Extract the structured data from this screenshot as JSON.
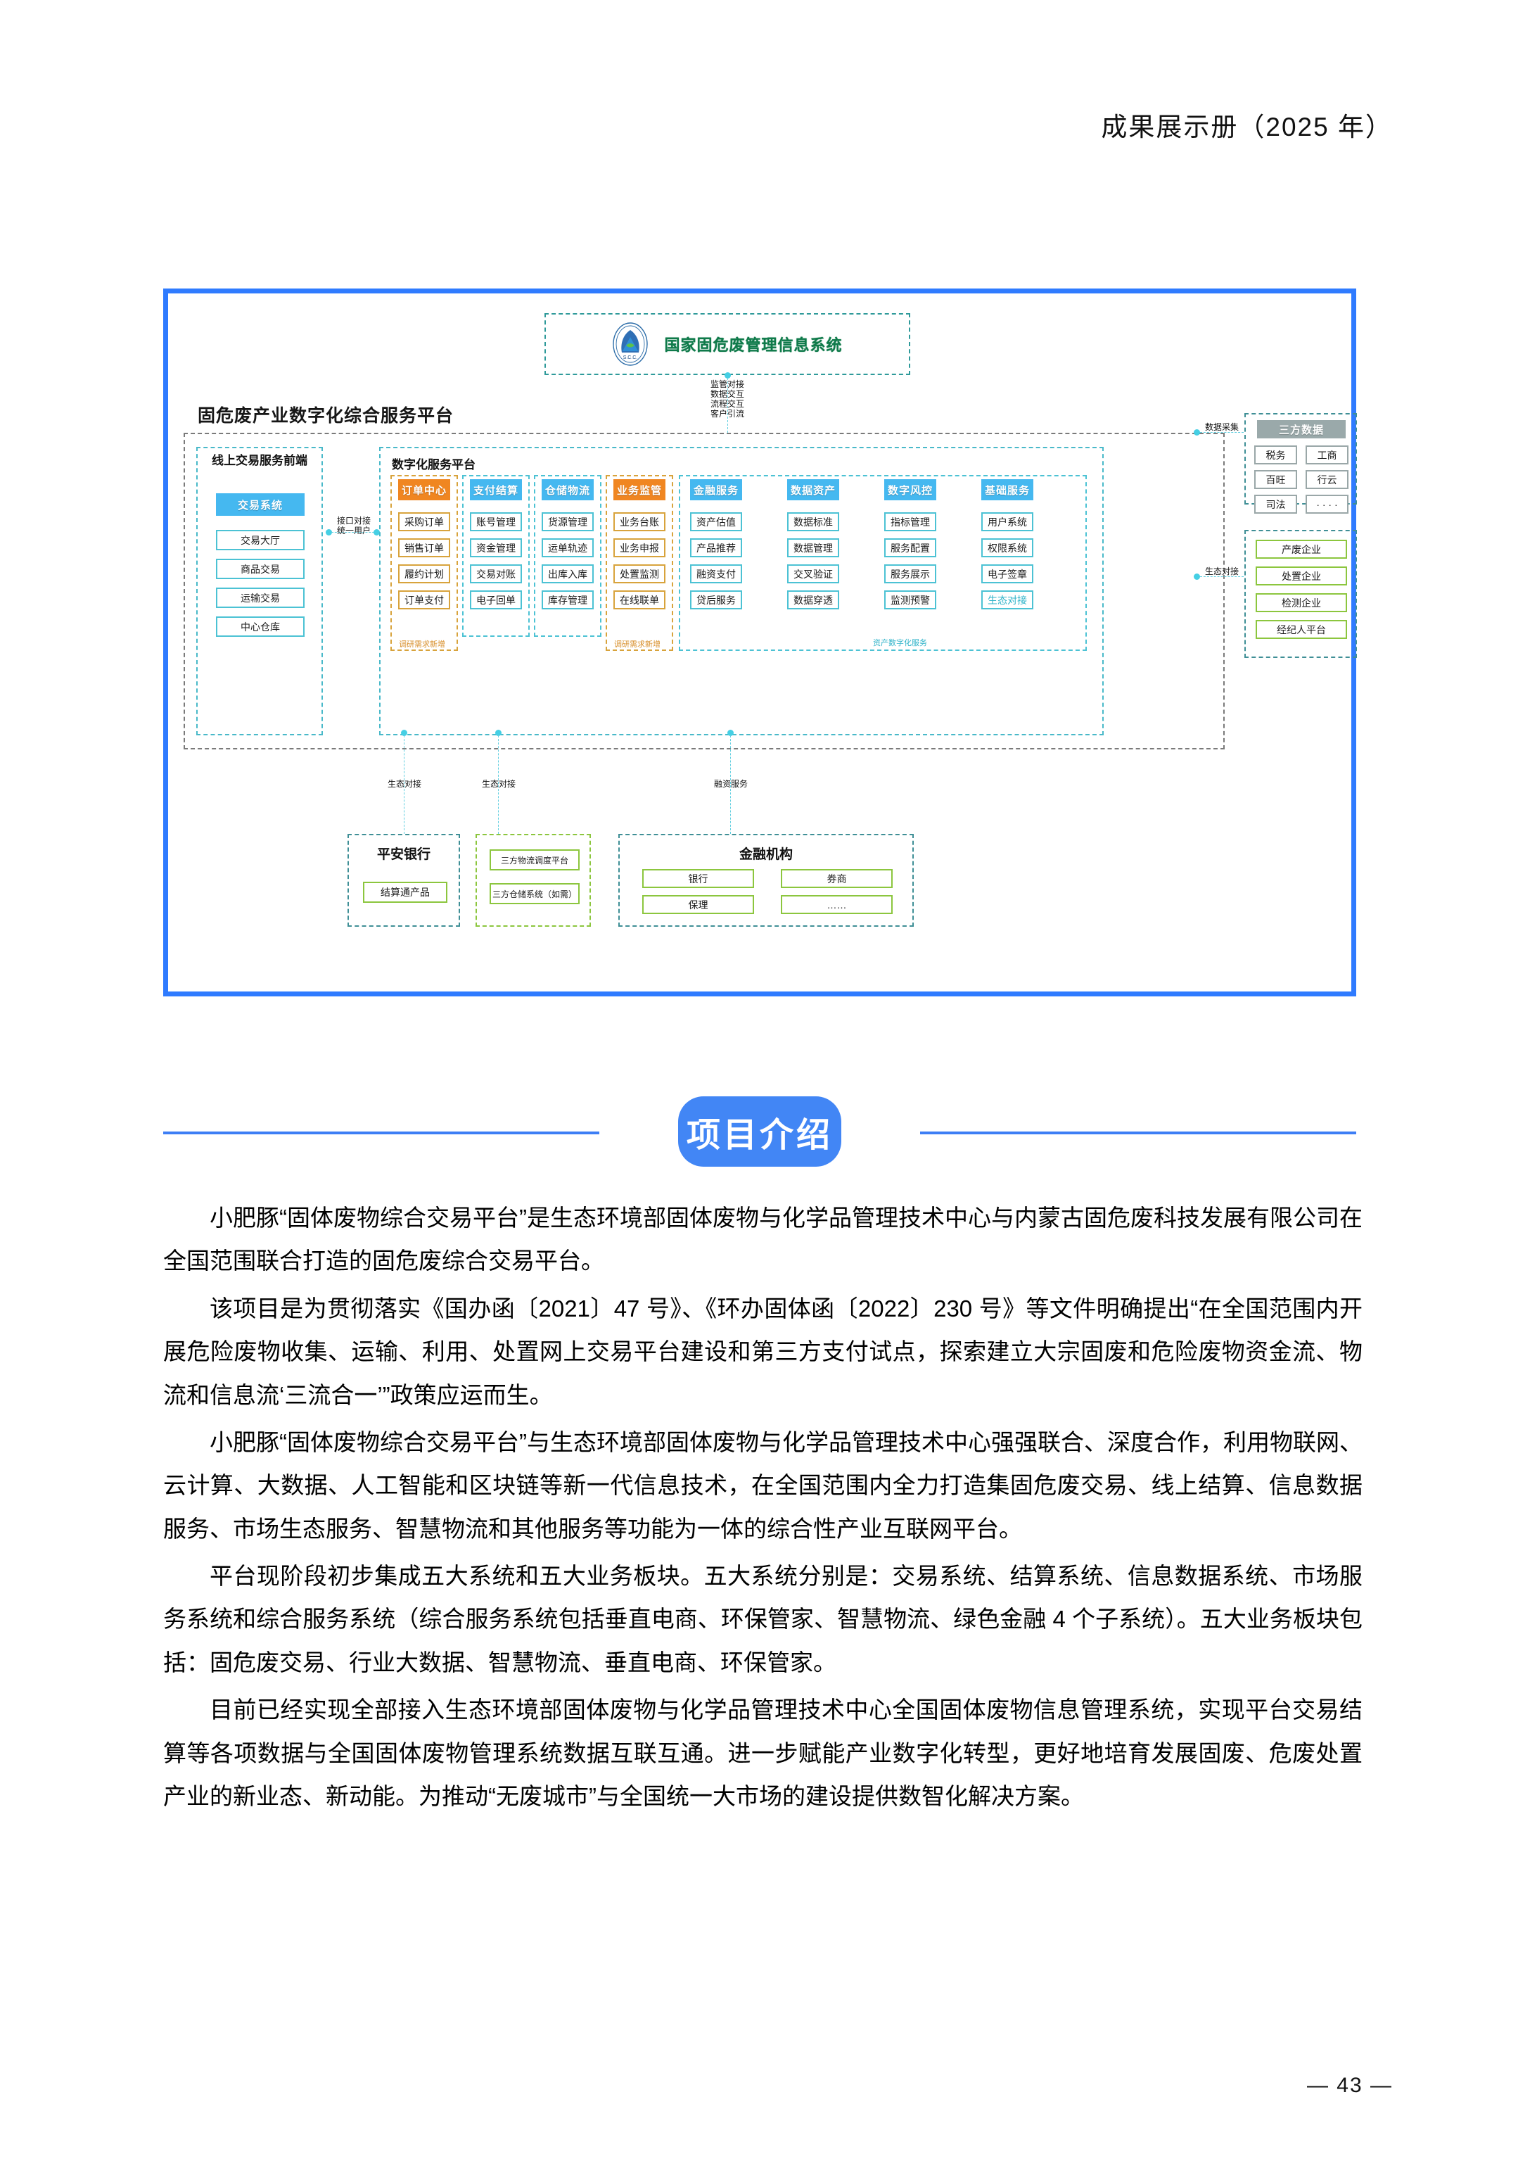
{
  "header": {
    "title": "成果展示册（2025 年）"
  },
  "page_number": "— 43 —",
  "diagram": {
    "national_system": {
      "label": "国家固危废管理信息系统",
      "logo": "scc-emblem-icon"
    },
    "top_connector": "监管对接\n数据交互\n流程交互\n客户引流",
    "top_connector_lines": [
      "监管对接",
      "数据交互",
      "流程交互",
      "客户引流"
    ],
    "platform_title": "固危废产业数字化综合服务平台",
    "front_end": {
      "title": "线上交易服务前端",
      "header": "交易系统",
      "items": [
        "交易大厅",
        "商品交易",
        "运输交易",
        "中心仓库"
      ]
    },
    "interface_connector": [
      "接口对接",
      "统一用户"
    ],
    "dsp_title": "数字化服务平台",
    "columns": [
      {
        "header": "订单中心",
        "color": "orange",
        "items": [
          "采购订单",
          "销售订单",
          "履约计划",
          "订单支付"
        ]
      },
      {
        "header": "支付结算",
        "color": "blue",
        "items": [
          "账号管理",
          "资金管理",
          "交易对账",
          "电子回单"
        ]
      },
      {
        "header": "仓储物流",
        "color": "blue",
        "items": [
          "货源管理",
          "运单轨迹",
          "出库入库",
          "库存管理"
        ]
      },
      {
        "header": "业务监管",
        "color": "orange",
        "items": [
          "业务台账",
          "业务申报",
          "处置监测",
          "在线联单"
        ]
      },
      {
        "header": "金融服务",
        "color": "blue",
        "items": [
          "资产估值",
          "产品推荐",
          "融资支付",
          "贷后服务"
        ]
      },
      {
        "header": "数据资产",
        "color": "blue",
        "items": [
          "数据标准",
          "数据管理",
          "交叉验证",
          "数据穿透"
        ]
      },
      {
        "header": "数字风控",
        "color": "blue",
        "items": [
          "指标管理",
          "服务配置",
          "服务展示",
          "监测预警"
        ]
      },
      {
        "header": "基础服务",
        "color": "blue",
        "items": [
          "用户系统",
          "权限系统",
          "电子签章",
          "生态对接"
        ]
      }
    ],
    "notes": {
      "survey_new_1": "调研需求新增",
      "survey_new_2": "调研需求新增",
      "asset_digital": "资产数字化服务"
    },
    "third_party": {
      "header": "三方数据",
      "items": [
        "税务",
        "工商",
        "百旺",
        "行云",
        "司法",
        "· · · ·"
      ]
    },
    "eco_enterprises": {
      "items": [
        "产废企业",
        "处置企业",
        "检测企业",
        "经纪人平台"
      ]
    },
    "right_connectors": {
      "data_collect": "数据采集",
      "eco_dock": "生态对接"
    },
    "bottom_connectors": [
      "生态对接",
      "生态对接",
      "融资服务"
    ],
    "bottom": {
      "bank": {
        "title": "平安银行",
        "items": [
          "结算通产品"
        ]
      },
      "logistics": {
        "items": [
          "三方物流调度平台",
          "三方仓储系统（如需）"
        ]
      },
      "finance": {
        "title": "金融机构",
        "items": [
          "银行",
          "券商",
          "保理",
          "……"
        ]
      }
    }
  },
  "section": {
    "title": "项目介绍"
  },
  "paragraphs": [
    "小肥豚“固体废物综合交易平台”是生态环境部固体废物与化学品管理技术中心与内蒙古固危废科技发展有限公司在全国范围联合打造的固危废综合交易平台。",
    "该项目是为贯彻落实《国办函〔2021〕47 号》、《环办固体函〔2022〕230 号》等文件明确提出“在全国范围内开展危险废物收集、运输、利用、处置网上交易平台建设和第三方支付试点，探索建立大宗固废和危险废物资金流、物流和信息流‘三流合一’”政策应运而生。",
    "小肥豚“固体废物综合交易平台”与生态环境部固体废物与化学品管理技术中心强强联合、深度合作，利用物联网、云计算、大数据、人工智能和区块链等新一代信息技术，在全国范围内全力打造集固危废交易、线上结算、信息数据服务、市场生态服务、智慧物流和其他服务等功能为一体的综合性产业互联网平台。",
    "平台现阶段初步集成五大系统和五大业务板块。五大系统分别是：交易系统、结算系统、信息数据系统、市场服务系统和综合服务系统（综合服务系统包括垂直电商、环保管家、智慧物流、绿色金融 4 个子系统）。五大业务板块包括：固危废交易、行业大数据、智慧物流、垂直电商、环保管家。",
    "目前已经实现全部接入生态环境部固体废物与化学品管理技术中心全国固体废物信息管理系统，实现平台交易结算等各项数据与全国固体废物管理系统数据互联互通。进一步赋能产业数字化转型，更好地培育发展固废、危废处置产业的新业态、新动能。为推动“无废城市”与全国统一大市场的建设提供数智化解决方案。"
  ],
  "colors": {
    "accent_blue": "#4286f5",
    "frame_blue": "#2f7bff",
    "header_blue": "#45b8f0",
    "header_orange": "#f08621",
    "green_border": "#8cc63e",
    "teal_dash": "#4cc2d4",
    "gray_header": "#9aa9aa",
    "nat_green": "#0f7a4a"
  }
}
